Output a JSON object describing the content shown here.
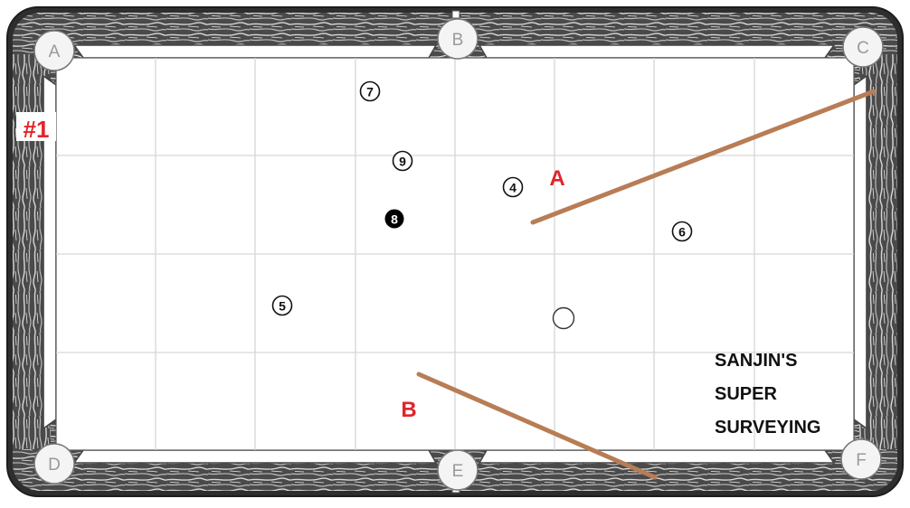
{
  "pockets": [
    {
      "id": "a",
      "label": "A"
    },
    {
      "id": "b",
      "label": "B"
    },
    {
      "id": "c",
      "label": "C"
    },
    {
      "id": "d",
      "label": "D"
    },
    {
      "id": "e",
      "label": "E"
    },
    {
      "id": "f",
      "label": "F"
    }
  ],
  "diamond_label": "#1",
  "balls": [
    {
      "id": "7",
      "label": "7"
    },
    {
      "id": "9",
      "label": "9"
    },
    {
      "id": "4",
      "label": "4"
    },
    {
      "id": "8",
      "label": "8"
    },
    {
      "id": "6",
      "label": "6"
    },
    {
      "id": "5",
      "label": "5"
    },
    {
      "id": "cue",
      "label": ""
    }
  ],
  "cue_sticks": [
    {
      "id": "a",
      "label": "A"
    },
    {
      "id": "b",
      "label": "B"
    }
  ],
  "brand": {
    "line1": "SANJIN'S",
    "line2": "SUPER",
    "line3": "SURVEYING"
  },
  "colors": {
    "cue_stick": "#b87d55",
    "label_red": "#e0252b",
    "eight_ball": "#000000",
    "rail_dark": "#3b3b3b"
  }
}
